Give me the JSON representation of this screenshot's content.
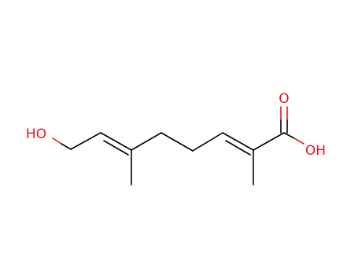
{
  "molecule": {
    "atoms": {
      "hydroxyl": "HO",
      "carbonyl_oxygen": "O",
      "acid_hydroxyl": "OH"
    },
    "colors": {
      "bond": "#000000",
      "oxygen": "#e8141c"
    }
  }
}
